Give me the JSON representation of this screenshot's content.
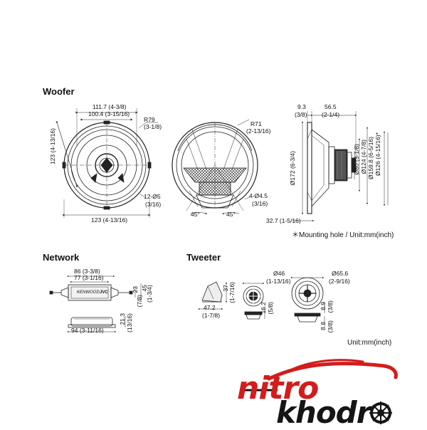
{
  "sections": {
    "woofer": "Woofer",
    "network": "Network",
    "tweeter": "Tweeter"
  },
  "woofer": {
    "front": {
      "d1": "111.7 (4-3/8)",
      "d2": "100.4 (3-15/16)",
      "r": "R79",
      "r_in": "(3-1/8)",
      "diag": "123 (4-13/16)",
      "holes": "12-Ø5",
      "holes_in": "(3/16)",
      "width": "123 (4-13/16)"
    },
    "back": {
      "r": "R71",
      "r_in": "(2-13/16)",
      "holes": "4-Ø4.5",
      "holes_in": "(3/16)",
      "angle_left": "45°",
      "angle_right": "45°"
    },
    "side": {
      "flange": "9.3",
      "flange_in": "(3/8)",
      "depth": "56.5",
      "depth_in": "(2-1/4)",
      "d172": "Ø172 (6-3/4)",
      "d80": "Ø80 (3-1/8)",
      "d124": "Ø124 (4-7/8)",
      "d159": "Ø159.8 (6-5/16)",
      "d126": "Ø126 (4-15/16)*",
      "depth_total": "32.7 (1-5/16)"
    },
    "note": "＊Mounting hole / Unit:mm(inch)"
  },
  "network": {
    "w1": "86 (3-3/8)",
    "w2": "77 (3-1/16)",
    "h1": "23",
    "h1_in": "(7/8)",
    "h2": "45",
    "h2_in": "(1-3/4)",
    "h3": "21.3",
    "h3_in": "(13/16)",
    "w3": "94 (3-11/16)",
    "brand": "JVC",
    "label": "KENWOOD"
  },
  "tweeter": {
    "h_side": "37",
    "h_side_in": "(1-7/16)",
    "w_side": "47.2",
    "w_side_in": "(1-7/8)",
    "d46": "Ø46",
    "d46_in": "(1-13/16)",
    "h16": "16.2",
    "h16_in": "(5/8)",
    "d65": "Ø65.6",
    "d65_in": "(2-9/16)",
    "h8a": "8.9",
    "h8a_in": "(3/8)",
    "h8b": "8.8",
    "h8b_in": "(3/8)",
    "unit_note": "Unit:mm(inch)"
  },
  "logo": {
    "line1": "nitro",
    "line2": "khodr",
    "accent_color": "#d21d1d",
    "dark_color": "#151515"
  }
}
